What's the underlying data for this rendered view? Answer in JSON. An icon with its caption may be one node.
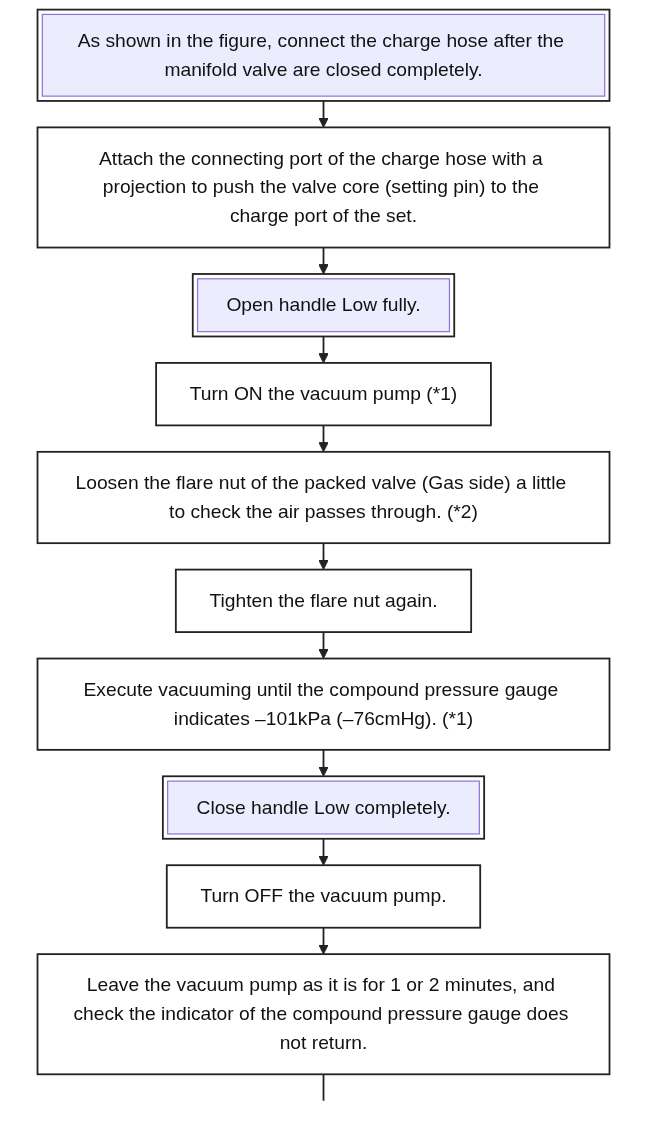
{
  "diagram": {
    "nodes": [
      {
        "text": [
          "As shown in the figure, connect the charge hose after the manifold valve are closed completely."
        ]
      },
      {
        "text": [
          "Attach the connecting port of the charge hose with a projection to push the valve core (setting pin) to the charge port of the set."
        ]
      },
      {
        "text": [
          "Open handle Low fully."
        ]
      },
      {
        "text": [
          "Turn ON the vacuum pump (*1)"
        ]
      },
      {
        "text": [
          "Loosen the flare nut of the packed valve (Gas side) a little to check the air passes through. (*2)"
        ]
      },
      {
        "text": [
          "Tighten the flare nut again."
        ]
      },
      {
        "text": [
          "Execute vacuuming until the compound pressure gauge indicates –101kPa (–76cmHg). (*1)"
        ]
      },
      {
        "text": [
          "Close handle Low completely."
        ]
      },
      {
        "text": [
          "Turn OFF the vacuum pump."
        ]
      },
      {
        "text": [
          "Leave the vacuum pump as it is for 1 or 2 minutes, and check the indicator of the compound pressure gauge does not return."
        ]
      }
    ],
    "edges": [
      {
        "from": 0,
        "to": 1,
        "arrow": "to"
      },
      {
        "from": 1,
        "to": 2,
        "arrow": "to"
      },
      {
        "from": 2,
        "to": 3,
        "arrow": "to"
      },
      {
        "from": 3,
        "to": 4,
        "arrow": "to"
      },
      {
        "from": 4,
        "to": 5,
        "arrow": "to"
      },
      {
        "from": 5,
        "to": 6,
        "arrow": "to"
      },
      {
        "from": 6,
        "to": 7,
        "arrow": "to"
      },
      {
        "from": 7,
        "to": 8,
        "arrow": "to"
      },
      {
        "from": 8,
        "to": 9,
        "arrow": "to"
      },
      {
        "from": 9,
        "to": null,
        "arrow": "none"
      }
    ]
  }
}
